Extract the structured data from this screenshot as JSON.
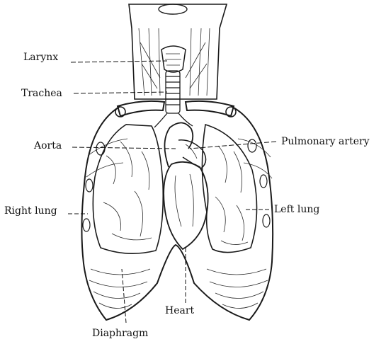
{
  "labels": {
    "larynx": "Larynx",
    "trachea": "Trachea",
    "aorta": "Aorta",
    "right_lung": "Right lung",
    "pulmonary_artery": "Pulmonary artery",
    "left_lung": "Left lung",
    "heart": "Heart",
    "diaphragm": "Diaphragm"
  }
}
